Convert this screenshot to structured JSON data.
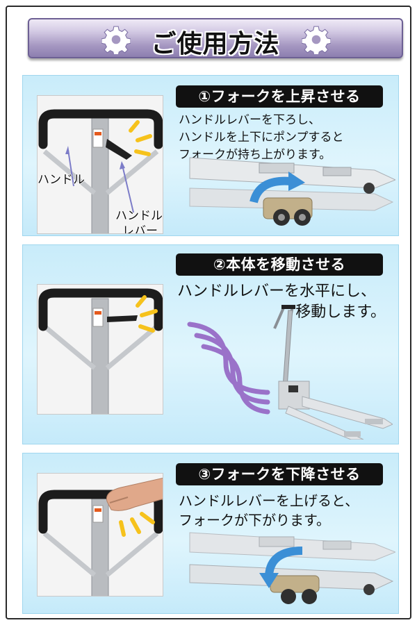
{
  "header": {
    "title": "ご使用方法",
    "gear_icon": "gear-icon",
    "gear_color": "#ffffff",
    "banner_color": "#a597c1"
  },
  "steps": [
    {
      "label": "①フォークを上昇させる",
      "lines": [
        "ハンドルレバーを下ろし、",
        "ハンドルを上下にポンプすると",
        "フォークが持ち上がります。"
      ],
      "callouts": {
        "handle": "ハンドル",
        "lever_line1": "ハンドル",
        "lever_line2": "レバー"
      },
      "arrow_color": "#3b8fd6"
    },
    {
      "label": "②本体を移動させる",
      "lines": [
        "ハンドルレバーを水平にし、",
        "移動します。"
      ],
      "motion_color": "#9a72c9"
    },
    {
      "label": "③フォークを下降させる",
      "lines": [
        "ハンドルレバーを上げると、",
        "フォークが下がります。"
      ],
      "arrow_color": "#3b8fd6"
    }
  ],
  "colors": {
    "panel_bg": "#dff5fd",
    "label_bg": "#111111",
    "spark_yellow": "#f6c21c"
  }
}
